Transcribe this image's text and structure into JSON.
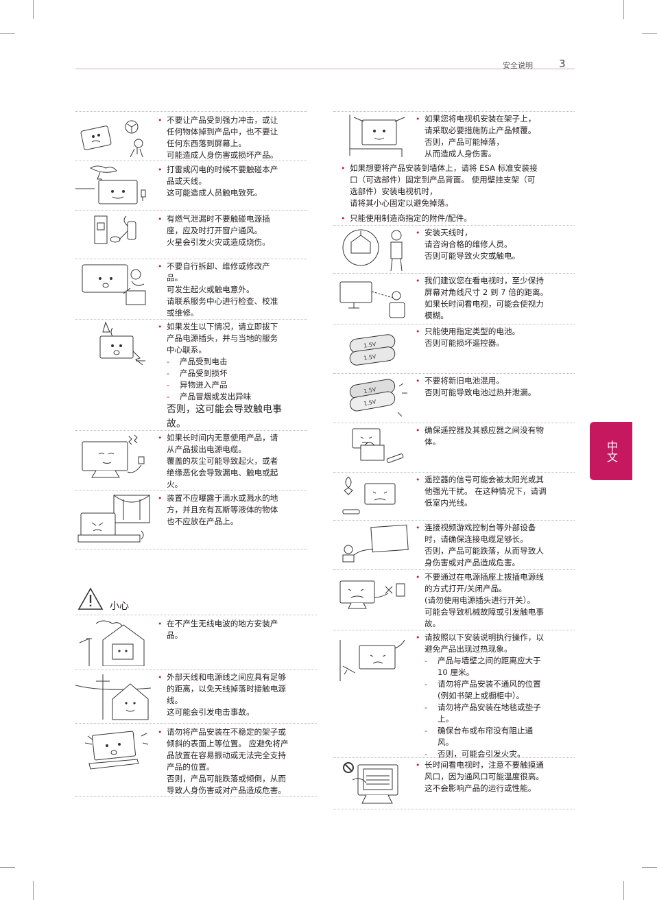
{
  "header": {
    "title": "安全说明",
    "page_number": "3"
  },
  "language_tab": "中文",
  "caution_label": "小心",
  "left_items": [
    {
      "lines": [
        "不要让产品受到强力冲击，或让",
        "任何物体掉到产品中，也不要让",
        "任何东西落到屏幕上。",
        "可能造成人身伤害或损坏产品。"
      ]
    },
    {
      "lines": [
        "打雷或闪电的时候不要触碰本产",
        "品或天线。",
        "这可能造成人员触电致死。"
      ]
    },
    {
      "lines": [
        "有燃气泄漏时不要触碰电源插",
        "座，应及时打开窗户通风。",
        "火星会引发火灾或造成烧伤。"
      ]
    },
    {
      "lines": [
        "不要自行拆卸、维修或修改产",
        "品。",
        "可发生起火或触电意外。",
        "请联系服务中心进行检查、校准",
        "或维修。"
      ]
    },
    {
      "lines": [
        "如果发生以下情况，请立即拔下",
        "产品电源插头，并与当地的服务",
        "中心联系。"
      ],
      "subs": [
        "产品受到电击",
        "产品受到损坏",
        "异物进入产品",
        "产品冒烟或发出异味"
      ],
      "big": [
        "否则，这可能会导致触电事",
        "故。"
      ]
    },
    {
      "lines": [
        "如果长时间内无意使用产品，请",
        "从产品拔出电源电缆。",
        "覆盖的灰尘可能导致起火，或者",
        "绝缘恶化会导致漏电、触电或起",
        "火。"
      ]
    },
    {
      "lines": [
        "装置不应曝露于滴水或溅水的地",
        "方，并且充有瓦斯等液体的物体",
        "也不应放在产品上。"
      ]
    }
  ],
  "caution_items": [
    {
      "lines": [
        "在不产生无线电波的地方安装产",
        "品。"
      ]
    },
    {
      "lines": [
        "外部天线和电源线之间应具有足够",
        "的距离，以免天线掉落时接触电源",
        "线。",
        "这可能会引发电击事故。"
      ]
    },
    {
      "lines": [
        "请勿将产品安装在不稳定的架子或",
        "倾斜的表面上等位置。 应避免将产",
        "品放置在容易振动或无法完全支持",
        "产品的位置。",
        "否则，产品可能跌落或倾倒，从而",
        "导致人身伤害或对产品造成危害。"
      ]
    }
  ],
  "right_items": [
    {
      "lines": [
        "如果您将电视机安装在架子上，",
        "请采取必要措施防止产品倾覆。",
        "否则，产品可能掉落，",
        "从而造成人身伤害。"
      ]
    }
  ],
  "right_full": [
    {
      "lines": [
        "如果想要将产品安装到墙体上，请将 ESA 标准安装接",
        "口（可选部件）固定到产品背面。 使用壁挂支架（可",
        "选部件）安装电视机时，",
        "请将其小心固定以避免掉落。"
      ]
    },
    {
      "lines": [
        "只能使用制造商指定的附件/配件。"
      ]
    }
  ],
  "right_items2": [
    {
      "lines": [
        "安装天线时，",
        "请咨询合格的维修人员。",
        "否则可能导致火灾或触电。"
      ]
    },
    {
      "lines": [
        "我们建议您在看电视时，至少保持",
        "屏幕对角线尺寸 2 到 7 倍的距离。",
        "如果长时间看电视，可能会使视力",
        "模糊。"
      ]
    },
    {
      "lines": [
        "只能使用指定类型的电池。",
        "否则可能损坏遥控器。"
      ]
    },
    {
      "lines": [
        "不要将新旧电池混用。",
        "否则可能导致电池过热并泄漏。"
      ]
    },
    {
      "lines": [
        "确保遥控器及其感应器之间没有物",
        "体。"
      ]
    },
    {
      "lines": [
        "遥控器的信号可能会被太阳光或其",
        "他强光干扰。 在这种情况下，请调",
        "低室内光线。"
      ]
    },
    {
      "lines": [
        "连接视频游戏控制台等外部设备",
        "时，请确保连接电缆足够长。",
        "否则，产品可能跌落，从而导致人",
        "身伤害或对产品造成危害。"
      ]
    },
    {
      "lines": [
        "不要通过在电源插座上拔插电源线",
        "的方式打开/关闭产品。",
        "(请勿使用电源插头进行开关）。",
        "可能会导致机械故障或引发触电事",
        "故。"
      ]
    },
    {
      "lines": [
        "请按照以下安装说明执行操作，以",
        "避免产品出现过热现象。"
      ],
      "subs": [
        "产品与墙壁之间的距离应大于",
        "请勿将产品安装不通风的位置",
        "请勿将产品安装在地毯或垫子",
        "确保台布或布帘没有阻止通",
        "否则，可能会引发火灾。"
      ],
      "sub_cont": [
        "10 厘米。",
        "(例如书架上或橱柜中）。",
        "上。",
        "风。"
      ]
    },
    {
      "lines": [
        "长时间看电视时，注意不要触摸通",
        "风口，因为通风口可能温度很高。",
        "这不会影响产品的运行或性能。"
      ]
    }
  ],
  "battery_label": "1.5V"
}
